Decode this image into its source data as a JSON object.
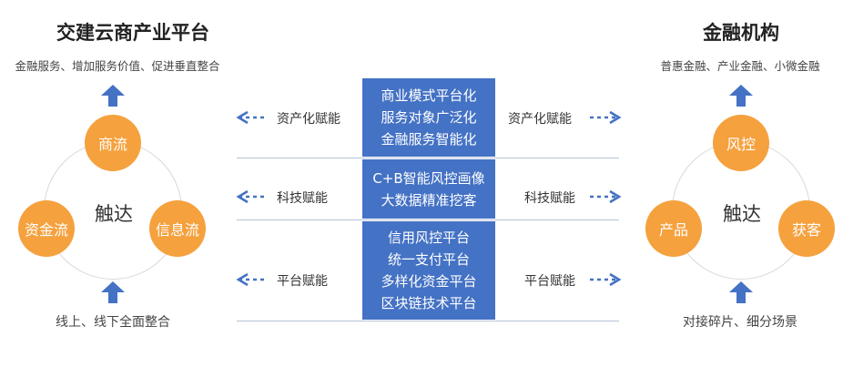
{
  "left": {
    "title": "交建云商产业平台",
    "subtitle": "金融服务、增加服务价值、促进垂直整合",
    "center": "触达",
    "nodes": [
      "商流",
      "资金流",
      "信息流"
    ],
    "bottom": "线上、线下全面整合"
  },
  "right": {
    "title": "金融机构",
    "subtitle": "普惠金融、产业金融、小微金融",
    "center": "触达",
    "nodes": [
      "风控",
      "产品",
      "获客"
    ],
    "bottom": "对接碎片、细分场景"
  },
  "rows": [
    {
      "left_label": "资产化赋能",
      "right_label": "资产化赋能",
      "lines": [
        "商业模式平台化",
        "服务对象广泛化",
        "金融服务智能化"
      ]
    },
    {
      "left_label": "科技赋能",
      "right_label": "科技赋能",
      "lines": [
        "C+B智能风控画像",
        "大数据精准挖客"
      ]
    },
    {
      "left_label": "平台赋能",
      "right_label": "平台赋能",
      "lines": [
        "信用风控平台",
        "统一支付平台",
        "多样化资金平台",
        "区块链技术平台"
      ]
    }
  ],
  "colors": {
    "node": "#f5a13e",
    "box": "#4472c4",
    "arrow": "#4472c4",
    "line": "#b7c3d6"
  }
}
